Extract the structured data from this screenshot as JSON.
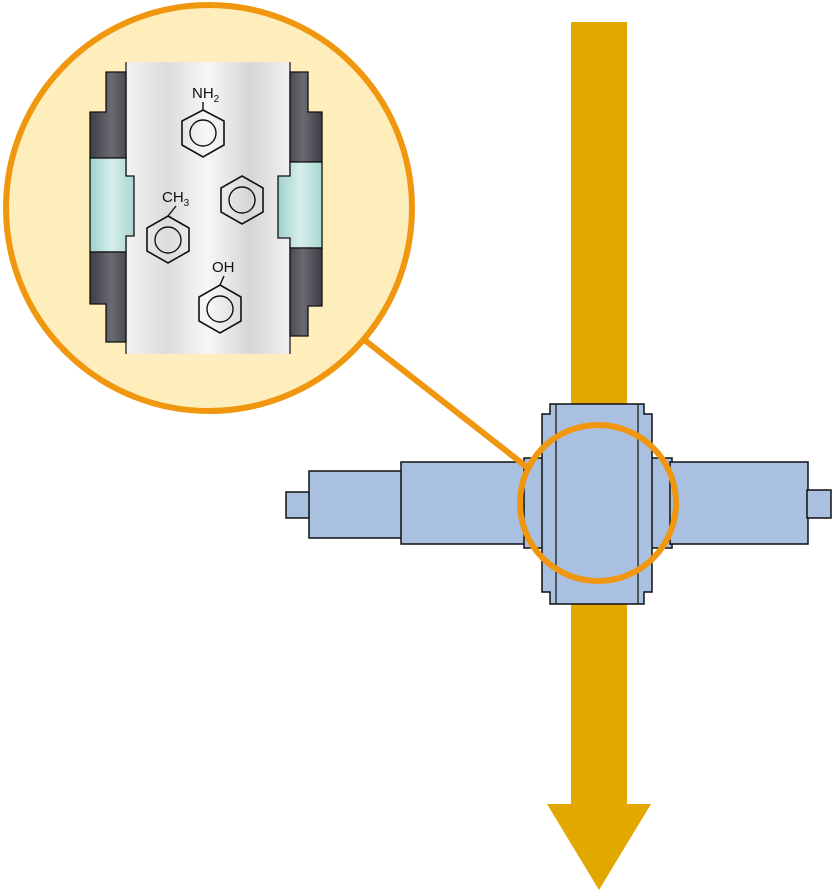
{
  "colors": {
    "flow_arrow": "#e3a800",
    "cell_body": "#a9c0e0",
    "cell_outline": "#111111",
    "magnifier_ring": "#f0960f",
    "magnifier_fill": "#fdeebc",
    "electrode_dark": "#5a5a62",
    "insulator": "#c4e6e2",
    "channel": "#e8e8e8"
  },
  "molecules": [
    {
      "substituent": "NH",
      "subscript": "2"
    },
    {
      "substituent": "CH",
      "subscript": "3"
    },
    {
      "substituent": "",
      "subscript": ""
    },
    {
      "substituent": "OH",
      "subscript": ""
    }
  ]
}
